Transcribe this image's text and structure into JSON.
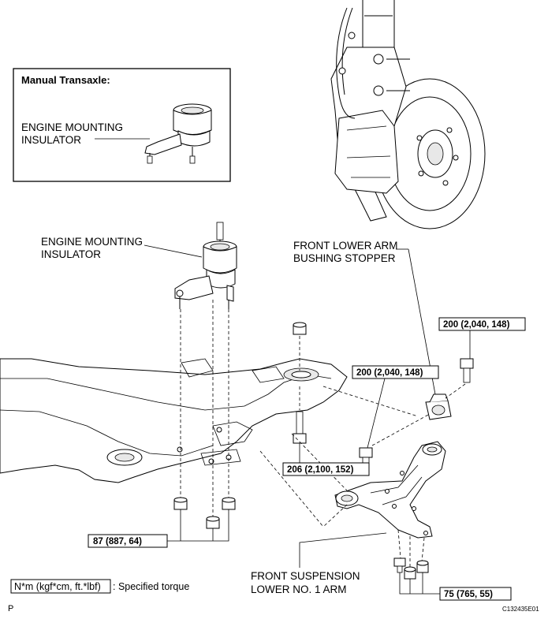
{
  "inset": {
    "title": "Manual Transaxle:",
    "label_line1": "ENGINE MOUNTING",
    "label_line2": "INSULATOR"
  },
  "labels": {
    "engine_mount_line1": "ENGINE MOUNTING",
    "engine_mount_line2": "INSULATOR",
    "bushing_stopper_line1": "FRONT LOWER ARM",
    "bushing_stopper_line2": "BUSHING STOPPER",
    "lower_arm_line1": "FRONT SUSPENSION",
    "lower_arm_line2": "LOWER NO. 1 ARM"
  },
  "torques": {
    "stopper_bolt": "200 (2,040, 148)",
    "arm_bolt": "200 (2,040, 148)",
    "member_bolt": "206 (2,100, 152)",
    "mount_nuts": "87 (887, 64)",
    "arm_nuts": "75 (765, 55)"
  },
  "legend": {
    "units": "N*m (kgf*cm, ft.*lbf)",
    "text": ": Specified torque"
  },
  "footer": {
    "left": "P",
    "code": "C132435E01"
  }
}
